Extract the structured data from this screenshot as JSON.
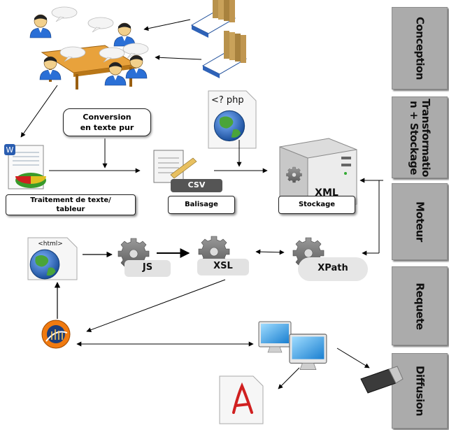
{
  "phases": [
    {
      "id": "conception",
      "label": "Conception"
    },
    {
      "id": "transformation",
      "label": "Transformatio\nn + Stockage"
    },
    {
      "id": "moteur",
      "label": "Moteur"
    },
    {
      "id": "requete",
      "label": "Requete"
    },
    {
      "id": "diffusion",
      "label": "Diffusion"
    }
  ],
  "callout": {
    "text": "Conversion\nen texte pur"
  },
  "labels": {
    "traitement": "Traitement de texte/\ntableur",
    "balisage": "Balisage",
    "stockage": "Stockage",
    "csv": "CSV",
    "xml": "XML",
    "js": "JS",
    "xsl": "XSL",
    "xpath": "XPath",
    "php": "<? php",
    "html": "<html>"
  },
  "icons": [
    "user-icon",
    "speech-bubble-icon",
    "meeting-table-icon",
    "document-stack-icon",
    "office-document-icon",
    "pie-chart-icon",
    "notepad-icon",
    "server-icon",
    "php-globe-icon",
    "html-globe-icon",
    "gear-icon",
    "browser-icon",
    "computer-icon",
    "usb-drive-icon",
    "pdf-icon"
  ],
  "colors": {
    "phase_bg": "#ababab",
    "user_blue": "#2a6fd6",
    "user_face": "#f2d08c",
    "table_wood": "#e8a23c",
    "globe_blue": "#2f6fbf",
    "globe_green": "#4aa43a",
    "pdf_red": "#d02020",
    "csv_bg": "#555555",
    "browser_orange": "#f07a10"
  }
}
